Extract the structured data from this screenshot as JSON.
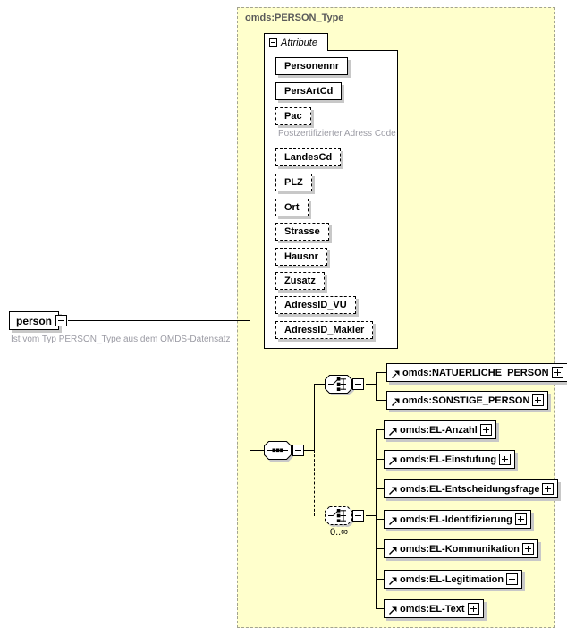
{
  "colors": {
    "container_fill": "#FFFFCC",
    "container_border": "#A3A38F",
    "container_label_text": "#5A5A5A",
    "caption_text": "#9B9BA4",
    "box_shadow": "#C8C8C8",
    "line": "#000000"
  },
  "root_element": {
    "label": "person",
    "caption": "Ist vom Typ PERSON_Type aus dem OMDS-Datensatz"
  },
  "type_container": {
    "label": "omds:PERSON_Type"
  },
  "attributes": {
    "header": "Attribute",
    "items": [
      {
        "label": "Personennr",
        "use": "required"
      },
      {
        "label": "PersArtCd",
        "use": "required"
      },
      {
        "label": "Pac",
        "use": "optional",
        "caption": "Postzertifizierter Adress Code"
      },
      {
        "label": "LandesCd",
        "use": "optional"
      },
      {
        "label": "PLZ",
        "use": "optional"
      },
      {
        "label": "Ort",
        "use": "optional"
      },
      {
        "label": "Strasse",
        "use": "optional"
      },
      {
        "label": "Hausnr",
        "use": "optional"
      },
      {
        "label": "Zusatz",
        "use": "optional"
      },
      {
        "label": "AdressID_VU",
        "use": "optional"
      },
      {
        "label": "AdressID_Makler",
        "use": "optional"
      }
    ]
  },
  "person_choice": {
    "items": [
      {
        "label": "omds:NATUERLICHE_PERSON"
      },
      {
        "label": "omds:SONSTIGE_PERSON"
      }
    ]
  },
  "el_choice": {
    "occurrence": "0..∞",
    "items": [
      {
        "label": "omds:EL-Anzahl"
      },
      {
        "label": "omds:EL-Einstufung"
      },
      {
        "label": "omds:EL-Entscheidungsfrage"
      },
      {
        "label": "omds:EL-Identifizierung"
      },
      {
        "label": "omds:EL-Kommunikation"
      },
      {
        "label": "omds:EL-Legitimation"
      },
      {
        "label": "omds:EL-Text"
      }
    ]
  },
  "icons": {
    "collapse": "minus-box",
    "expand": "plus-box",
    "sequence": "sequence-compositor",
    "choice": "choice-compositor",
    "element_reference": "ne-arrow"
  }
}
